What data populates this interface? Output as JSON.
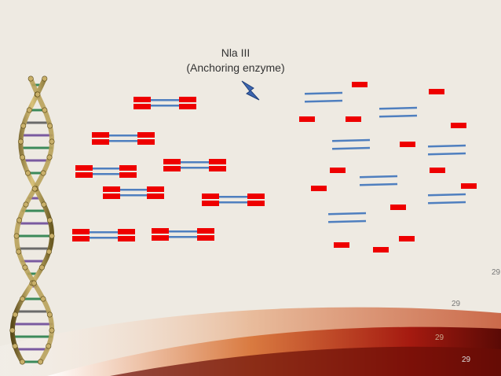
{
  "enzyme": {
    "name": "Nla III",
    "role": "(Anchoring enzyme)"
  },
  "page_numbers": [
    "29",
    "29",
    "29",
    "29"
  ],
  "colors": {
    "sticky_end": "#ee0000",
    "strand": "#4f7fbf",
    "background": "#eeeae2",
    "lightning": "#3d66b0"
  },
  "icons": {
    "cut_marker": "lightning-bolt-icon",
    "decor": "dna-helix"
  }
}
